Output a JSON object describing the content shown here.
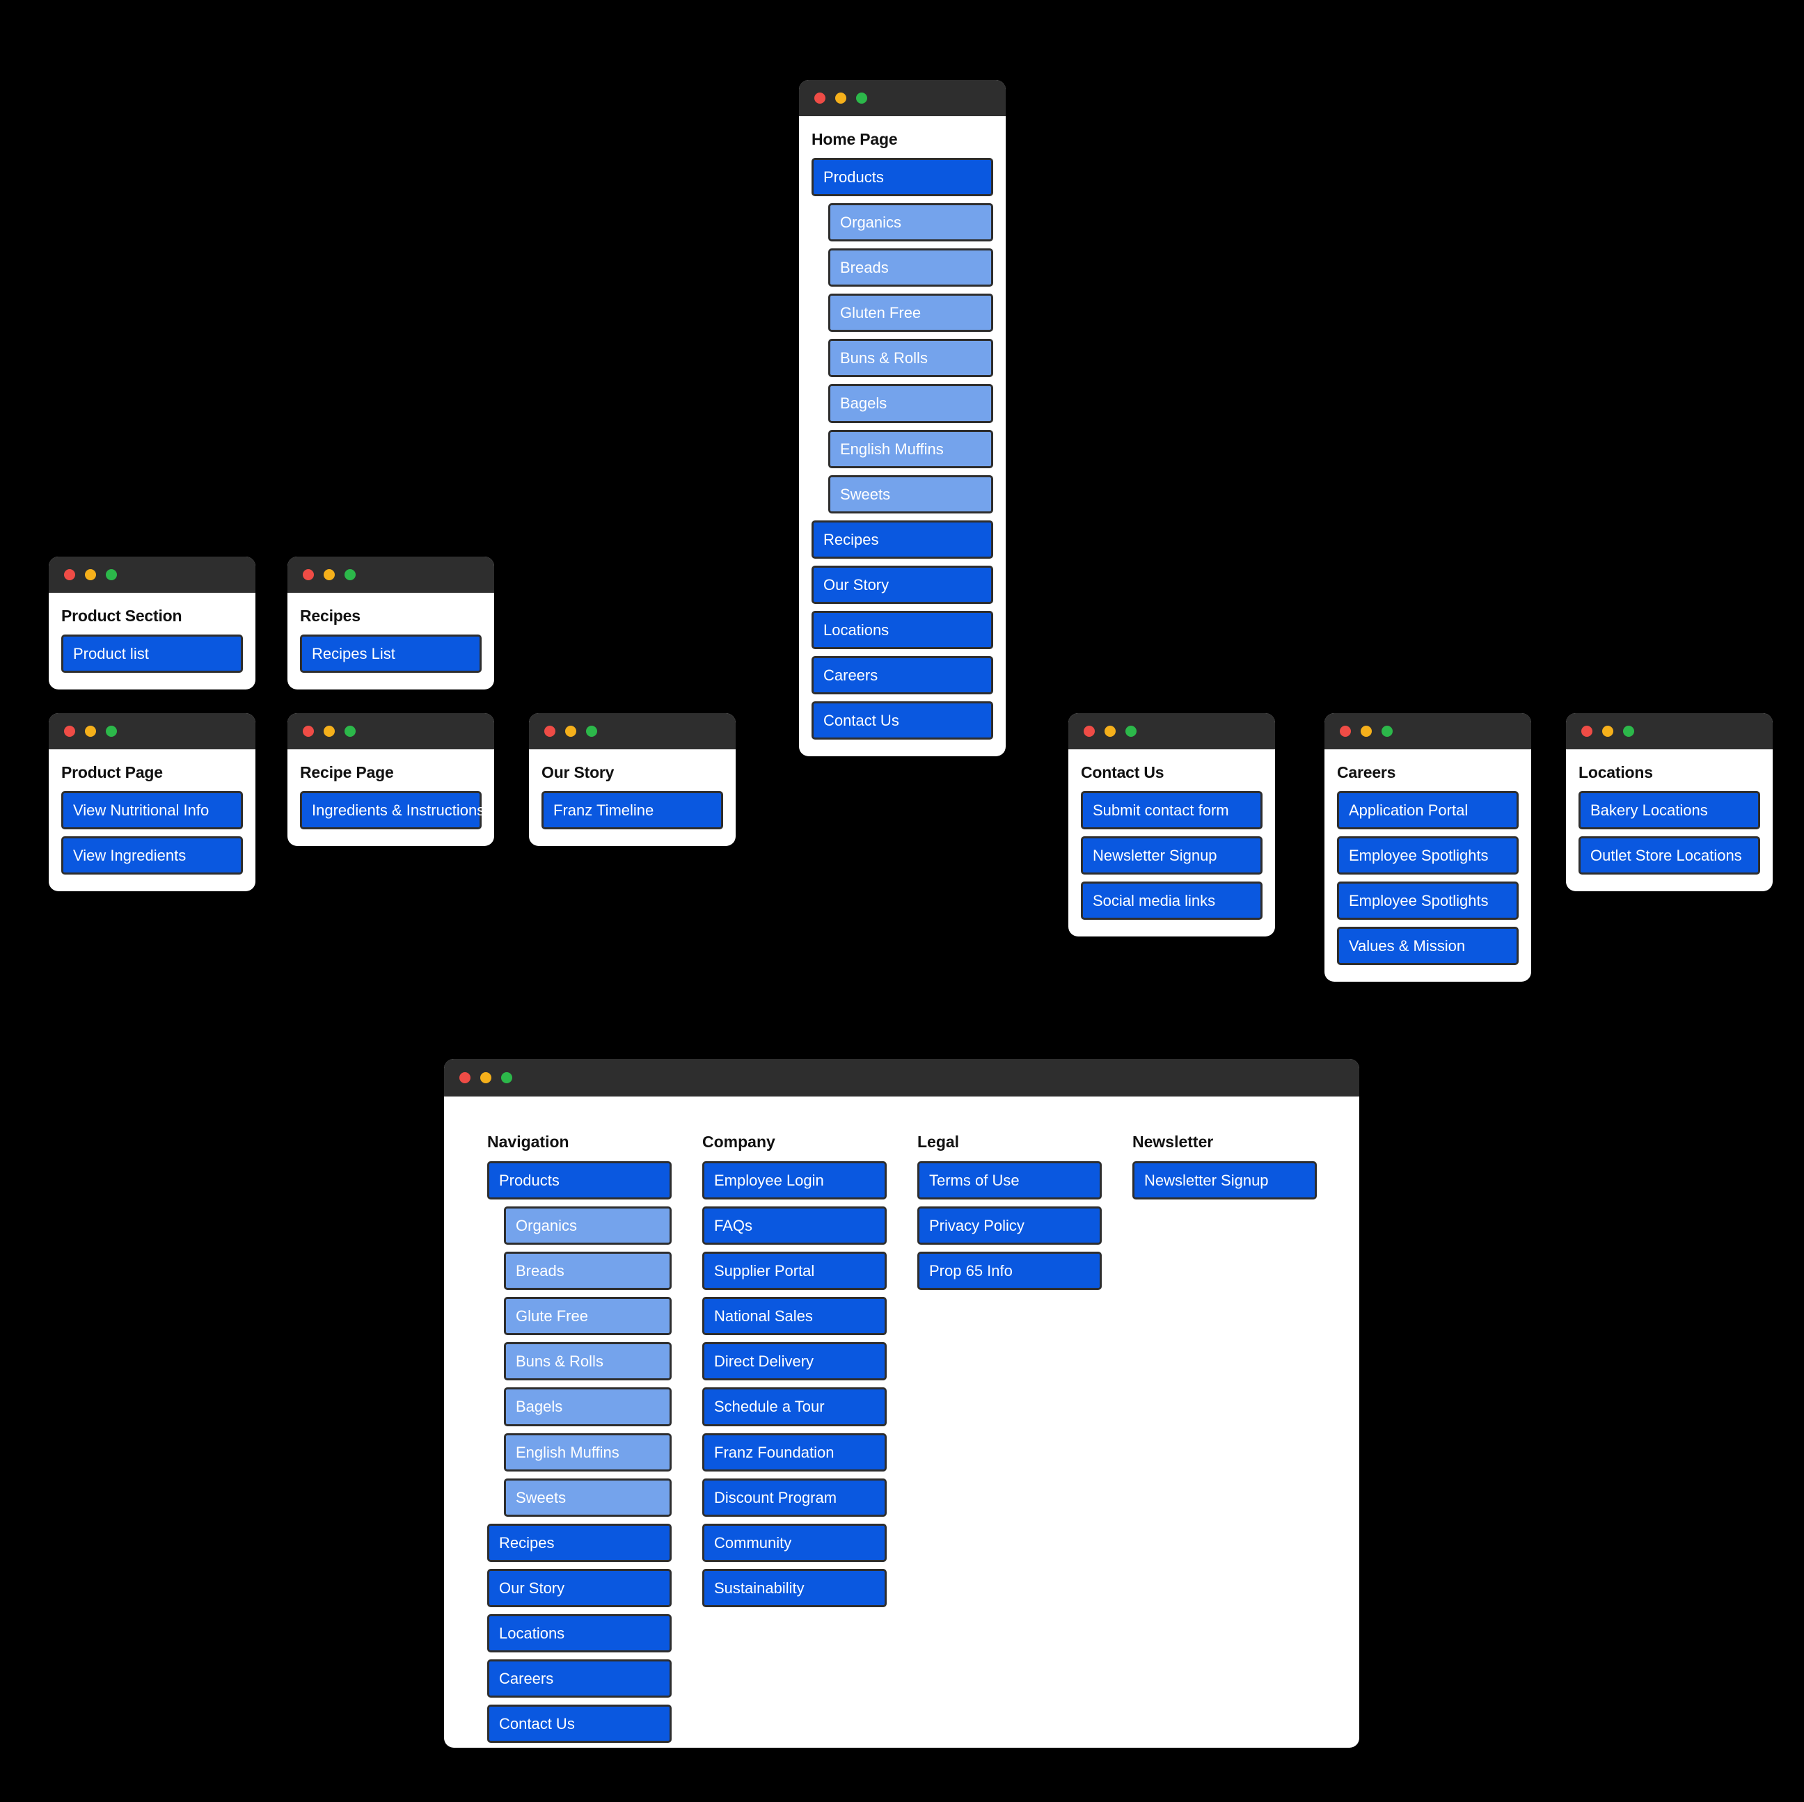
{
  "theme": {
    "background": "#000000",
    "window_bg": "#ffffff",
    "titlebar": "#2e2e2e",
    "primary_blue": "#0a58e0",
    "sub_blue": "#74a3ec",
    "border": "#2e2e2e",
    "text_dark": "#111111",
    "text_light": "#ffffff",
    "dot_red": "#ef4c46",
    "dot_yellow": "#f5b01b",
    "dot_green": "#2cb84a"
  },
  "windows": {
    "home_page": {
      "title": "Home Page",
      "items": [
        {
          "label": "Products",
          "level": "primary"
        },
        {
          "label": "Organics",
          "level": "sub"
        },
        {
          "label": "Breads",
          "level": "sub"
        },
        {
          "label": "Gluten Free",
          "level": "sub"
        },
        {
          "label": "Buns & Rolls",
          "level": "sub"
        },
        {
          "label": "Bagels",
          "level": "sub"
        },
        {
          "label": "English Muffins",
          "level": "sub"
        },
        {
          "label": "Sweets",
          "level": "sub"
        },
        {
          "label": "Recipes",
          "level": "primary"
        },
        {
          "label": "Our Story",
          "level": "primary"
        },
        {
          "label": "Locations",
          "level": "primary"
        },
        {
          "label": "Careers",
          "level": "primary"
        },
        {
          "label": "Contact Us",
          "level": "primary"
        }
      ]
    },
    "product_section": {
      "title": "Product Section",
      "items": [
        {
          "label": "Product list",
          "level": "primary"
        }
      ]
    },
    "recipes": {
      "title": "Recipes",
      "items": [
        {
          "label": "Recipes List",
          "level": "primary"
        }
      ]
    },
    "product_page": {
      "title": "Product Page",
      "items": [
        {
          "label": "View Nutritional Info",
          "level": "primary"
        },
        {
          "label": "View Ingredients",
          "level": "primary"
        }
      ]
    },
    "recipe_page": {
      "title": "Recipe Page",
      "items": [
        {
          "label": "Ingredients & Instructions",
          "level": "primary"
        }
      ]
    },
    "our_story": {
      "title": "Our Story",
      "items": [
        {
          "label": "Franz Timeline",
          "level": "primary"
        }
      ]
    },
    "contact_us": {
      "title": "Contact Us",
      "items": [
        {
          "label": "Submit contact form",
          "level": "primary"
        },
        {
          "label": "Newsletter Signup",
          "level": "primary"
        },
        {
          "label": "Social media links",
          "level": "primary"
        }
      ]
    },
    "careers": {
      "title": "Careers",
      "items": [
        {
          "label": "Application Portal",
          "level": "primary"
        },
        {
          "label": "Employee Spotlights",
          "level": "primary"
        },
        {
          "label": "Employee Spotlights",
          "level": "primary"
        },
        {
          "label": "Values & Mission",
          "level": "primary"
        }
      ]
    },
    "locations": {
      "title": "Locations",
      "items": [
        {
          "label": "Bakery Locations",
          "level": "primary"
        },
        {
          "label": "Outlet Store Locations",
          "level": "primary"
        }
      ]
    },
    "footer": {
      "columns": [
        {
          "title": "Navigation",
          "items": [
            {
              "label": "Products",
              "level": "primary"
            },
            {
              "label": "Organics",
              "level": "sub"
            },
            {
              "label": "Breads",
              "level": "sub"
            },
            {
              "label": "Glute Free",
              "level": "sub"
            },
            {
              "label": "Buns & Rolls",
              "level": "sub"
            },
            {
              "label": "Bagels",
              "level": "sub"
            },
            {
              "label": "English Muffins",
              "level": "sub"
            },
            {
              "label": "Sweets",
              "level": "sub"
            },
            {
              "label": "Recipes",
              "level": "primary"
            },
            {
              "label": "Our Story",
              "level": "primary"
            },
            {
              "label": "Locations",
              "level": "primary"
            },
            {
              "label": "Careers",
              "level": "primary"
            },
            {
              "label": "Contact Us",
              "level": "primary"
            }
          ]
        },
        {
          "title": "Company",
          "items": [
            {
              "label": "Employee Login",
              "level": "primary"
            },
            {
              "label": "FAQs",
              "level": "primary"
            },
            {
              "label": "Supplier Portal",
              "level": "primary"
            },
            {
              "label": "National Sales",
              "level": "primary"
            },
            {
              "label": "Direct Delivery",
              "level": "primary"
            },
            {
              "label": "Schedule a Tour",
              "level": "primary"
            },
            {
              "label": "Franz Foundation",
              "level": "primary"
            },
            {
              "label": "Discount Program",
              "level": "primary"
            },
            {
              "label": "Community",
              "level": "primary"
            },
            {
              "label": "Sustainability",
              "level": "primary"
            }
          ]
        },
        {
          "title": "Legal",
          "items": [
            {
              "label": "Terms of Use",
              "level": "primary"
            },
            {
              "label": "Privacy Policy",
              "level": "primary"
            },
            {
              "label": "Prop 65 Info",
              "level": "primary"
            }
          ]
        },
        {
          "title": "Newsletter",
          "items": [
            {
              "label": "Newsletter Signup",
              "level": "primary"
            }
          ]
        }
      ]
    }
  }
}
